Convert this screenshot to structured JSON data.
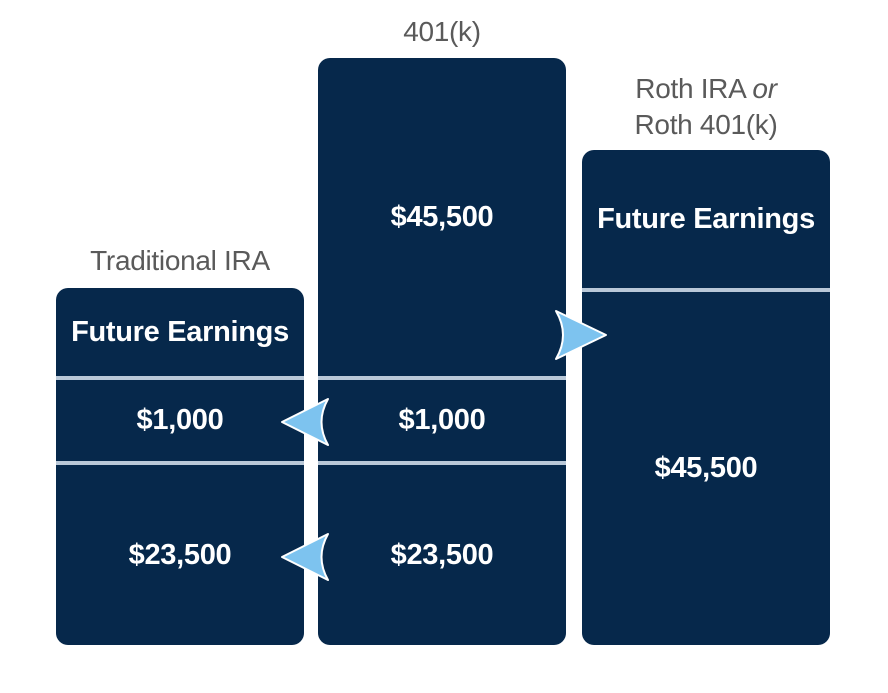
{
  "columns": {
    "traditional": {
      "title": "Traditional IRA",
      "top": "Future Earnings",
      "middle": "$1,000",
      "bottom": "$23,500"
    },
    "k401": {
      "title": "401(k)",
      "top": "$45,500",
      "middle": "$1,000",
      "bottom": "$23,500"
    },
    "roth": {
      "title_main": "Roth IRA",
      "title_or": "or",
      "title_line2": "Roth 401(k)",
      "top": "Future Earnings",
      "bottom": "$45,500"
    }
  },
  "colors": {
    "box": "#06284b",
    "divider": "#b9c8d8",
    "arrow": "#7dc3ef",
    "title_text": "#5a5a5a"
  }
}
